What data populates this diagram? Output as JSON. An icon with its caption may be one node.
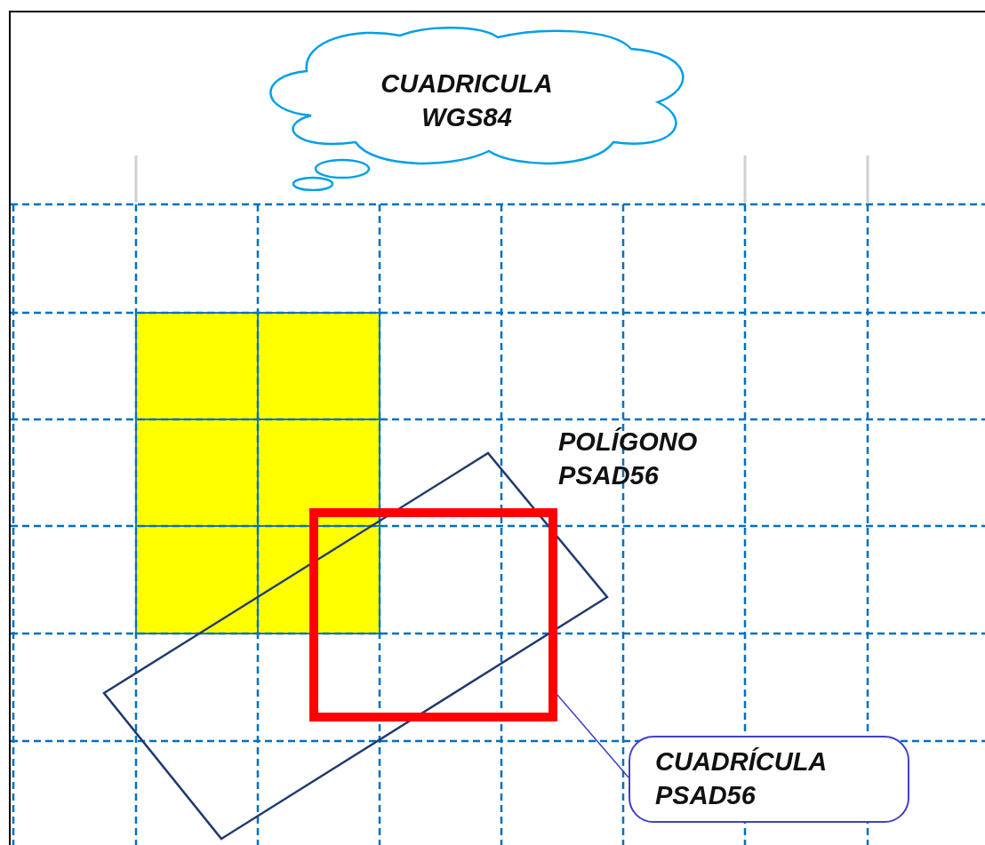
{
  "diagram": {
    "nodes": [
      {
        "text": [
          "CUADRICULA WGS84"
        ]
      },
      {
        "text": [
          "CUADRÍCULA PSAD56"
        ]
      },
      {
        "text": [],
        "shape": "box"
      }
    ],
    "edges": [
      {
        "from": 1,
        "to": 2,
        "arrow": "none"
      }
    ],
    "labels": [
      "POLÍGONO PSAD56"
    ]
  }
}
